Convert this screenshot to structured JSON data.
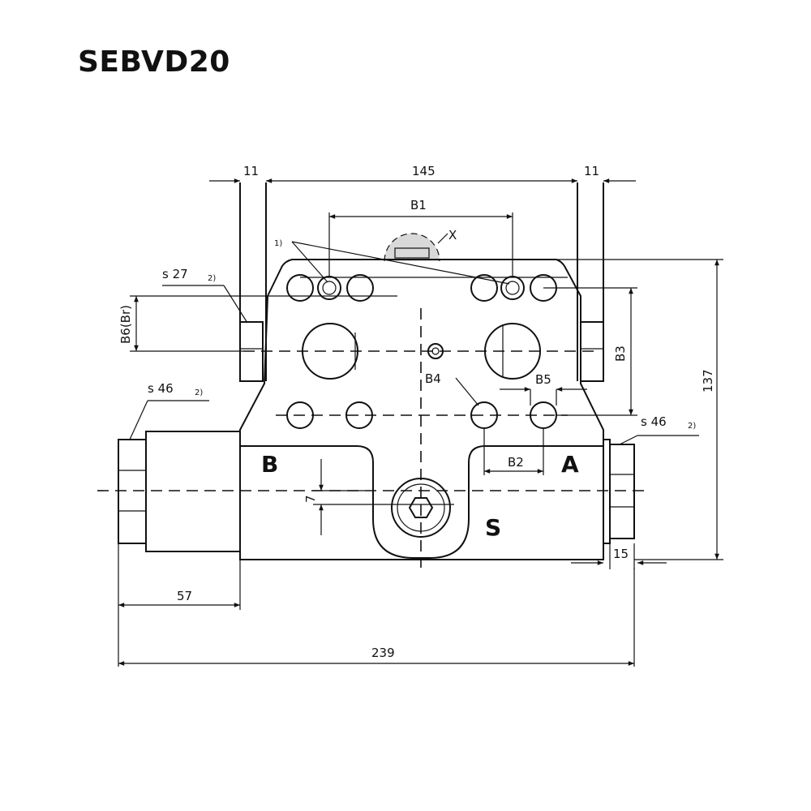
{
  "title": "SEBVD20",
  "dimensions": {
    "d_11_left": "11",
    "d_145": "145",
    "d_11_right": "11",
    "d_b1": "B1",
    "d_x": "X",
    "note_1": "1)",
    "s27": "s 27",
    "s27_sub": "2)",
    "b6": "B6(Br)",
    "s46_left": "s 46",
    "s46_left_sub": "2)",
    "b3": "B3",
    "d_137": "137",
    "b4": "B4",
    "b5": "B5",
    "s46_right": "s 46",
    "s46_right_sub": "2)",
    "b2": "B2",
    "d_7": "7",
    "d_15": "15",
    "d_57": "57",
    "d_239": "239"
  },
  "ports": {
    "b": "B",
    "a": "A",
    "s": "S"
  },
  "colors": {
    "line": "#111111",
    "detail_fill": "#d9d9d9"
  }
}
